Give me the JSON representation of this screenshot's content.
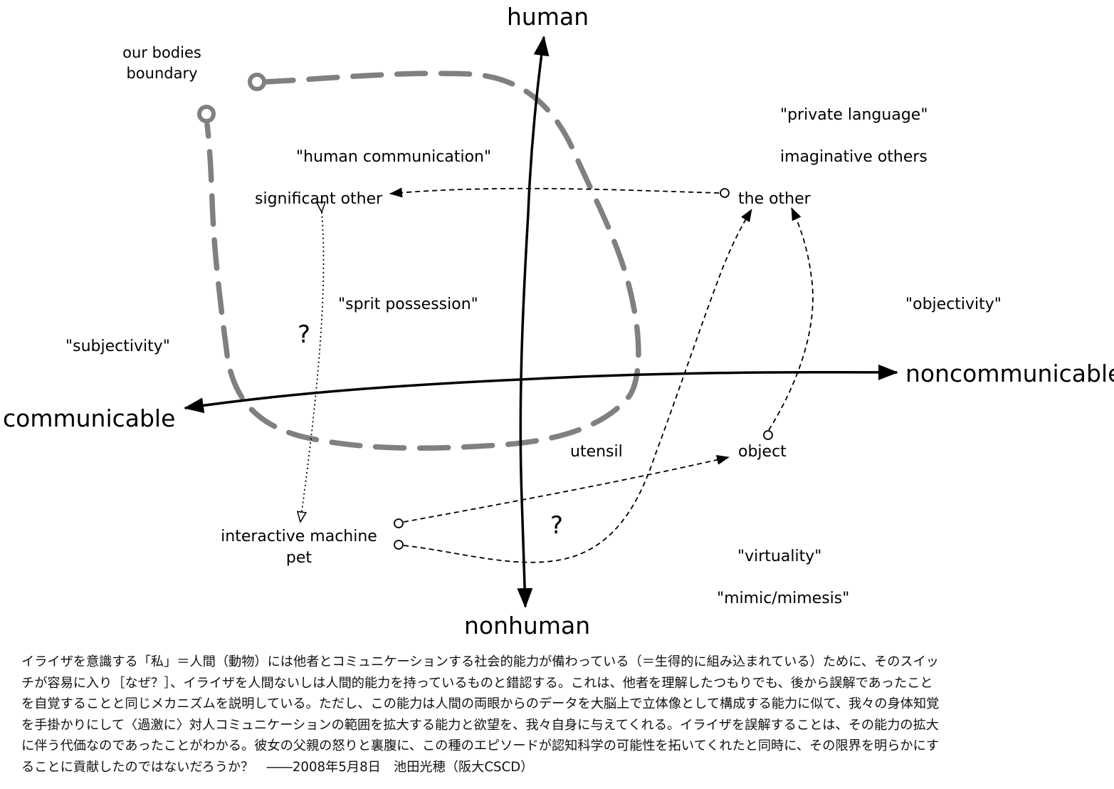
{
  "axes": {
    "top": "human",
    "bottom": "nonhuman",
    "left": "communicable",
    "right": "noncommunicable"
  },
  "boundary_label": "our bodies\nboundary",
  "nodes": {
    "significant_other": "significant other",
    "the_other": "the other",
    "object": "object",
    "utensil": "utensil",
    "interactive_machine": "interactive machine\npet"
  },
  "quotes": {
    "human_communication": "\"human communication\"",
    "private_language": "\"private language\"",
    "imaginative_others": "imaginative others",
    "sprit_possession": "\"sprit possession\"",
    "objectivity": "\"objectivity\"",
    "subjectivity": "\"subjectivity\"",
    "virtuality": "\"virtuality\"",
    "mimic": "\"mimic/mimesis\""
  },
  "question_mark": "?",
  "colors": {
    "boundary": "#808080",
    "ink": "#000000"
  },
  "caption": "イライザを意識する「私」＝人間（動物）には他者とコミュニケーションする社会的能力が備わっている（＝生得的に組み込まれている）ために、そのスイッ\nチが容易に入り［なぜ？］、イライザを人間ないしは人間的能力を持っているものと錯認する。これは、他者を理解したつもりでも、後から誤解であったこと\nを自覚することと同じメカニズムを説明している。ただし、この能力は人間の両眼からのデータを大脳上で立体像として構成する能力に似て、我々の身体知覚\nを手掛かりにして〈過激に〉対人コミュニケーションの範囲を拡大する能力と欲望を、我々自身に与えてくれる。イライザを誤解することは、その能力の拡大\nに伴う代価なのであったことがわかる。彼女の父親の怒りと裏腹に、この種のエピソードが認知科学の可能性を拓いてくれたと同時に、その限界を明らかにす\nることに貢献したのではないだろうか？　――2008年5月8日　池田光穂（阪大CSCD）"
}
